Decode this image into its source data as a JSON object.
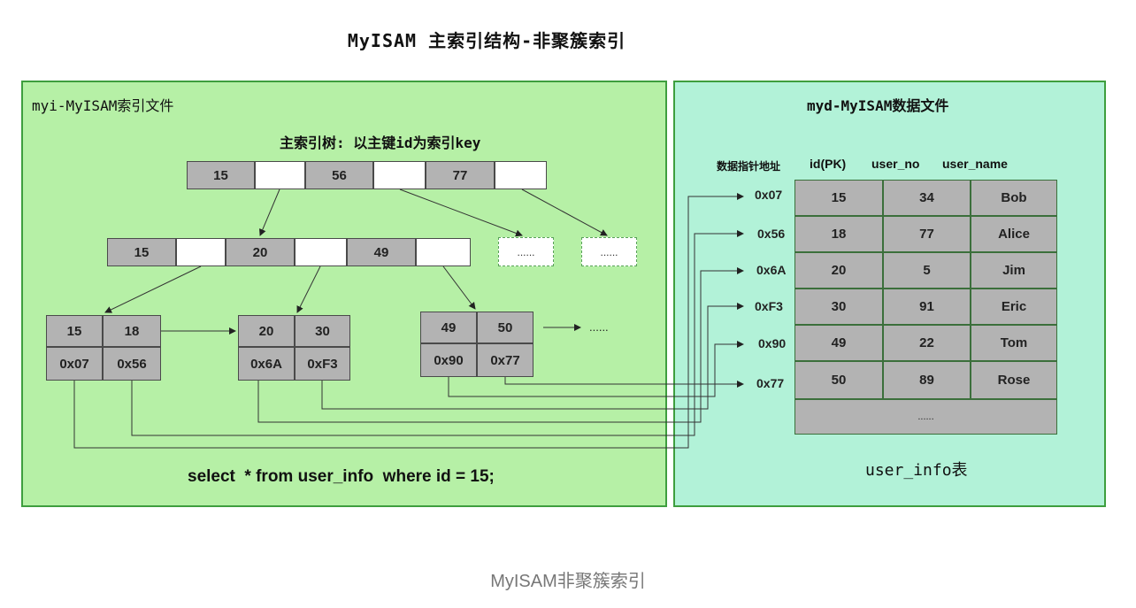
{
  "title": "MyISAM 主索引结构-非聚簇索引",
  "left_panel": {
    "label": "myi-MyISAM索引文件",
    "tree_caption": "主索引树: 以主键id为索引key",
    "root": [
      "15",
      "56",
      "77"
    ],
    "level2": [
      "15",
      "20",
      "49"
    ],
    "ellipsis": "......",
    "leaves": [
      {
        "keys": [
          "15",
          "18"
        ],
        "ptrs": [
          "0x07",
          "0x56"
        ]
      },
      {
        "keys": [
          "20",
          "30"
        ],
        "ptrs": [
          "0x6A",
          "0xF3"
        ]
      },
      {
        "keys": [
          "49",
          "50"
        ],
        "ptrs": [
          "0x90",
          "0x77"
        ]
      }
    ],
    "leaf_more": "......",
    "query": "select  * from user_info  where id = 15;"
  },
  "right_panel": {
    "label": "myd-MyISAM数据文件",
    "headers": {
      "addr": "数据指针地址",
      "id": "id(PK)",
      "user_no": "user_no",
      "user_name": "user_name"
    },
    "addresses": [
      "0x07",
      "0x56",
      "0x6A",
      "0xF3",
      "0x90",
      "0x77"
    ],
    "rows": [
      [
        "15",
        "34",
        "Bob"
      ],
      [
        "18",
        "77",
        "Alice"
      ],
      [
        "20",
        "5",
        "Jim"
      ],
      [
        "30",
        "91",
        "Eric"
      ],
      [
        "49",
        "22",
        "Tom"
      ],
      [
        "50",
        "89",
        "Rose"
      ]
    ],
    "more": "......",
    "table_name": "user_info表"
  },
  "caption": "MyISAM非聚簇索引"
}
